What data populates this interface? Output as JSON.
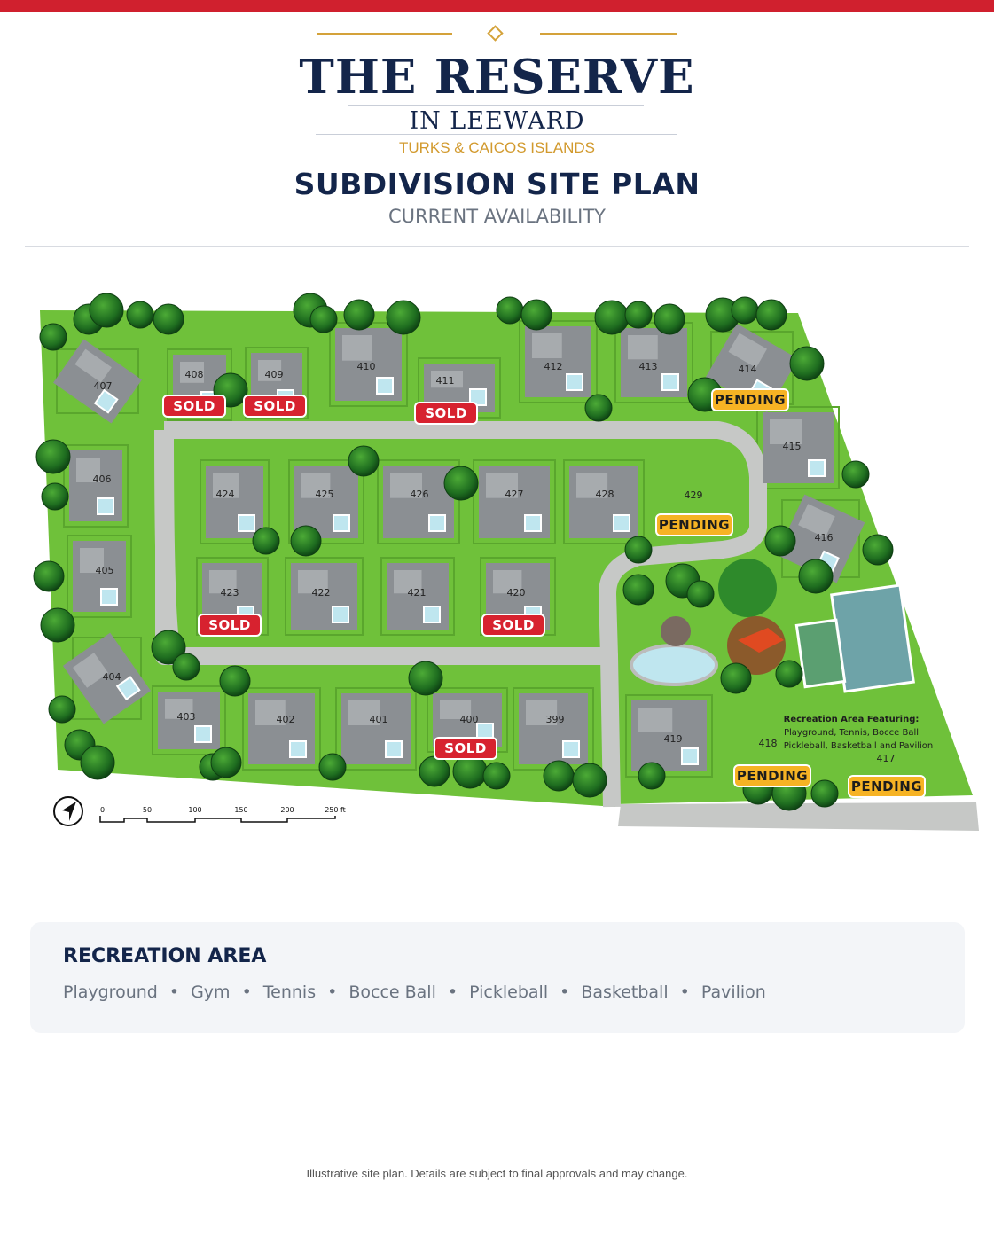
{
  "header": {
    "brand_title": "THE RESERVE",
    "brand_subtitle": "IN LEEWARD",
    "location": "TURKS & CAICOS ISLANDS",
    "plan_title": "SUBDIVISION SITE PLAN",
    "plan_subtitle": "CURRENT AVAILABILITY"
  },
  "colors": {
    "accent_red": "#d0202e",
    "gold": "#d4a23a",
    "navy": "#13254a",
    "sold_badge": "#d7222f",
    "pending_badge": "#f6b324",
    "lawn": "#6fc13a",
    "road": "#c6c8c6"
  },
  "map": {
    "lots": [
      {
        "number": "407",
        "status": ""
      },
      {
        "number": "408",
        "status": "SOLD"
      },
      {
        "number": "409",
        "status": "SOLD"
      },
      {
        "number": "410",
        "status": ""
      },
      {
        "number": "411",
        "status": "SOLD"
      },
      {
        "number": "412",
        "status": ""
      },
      {
        "number": "413",
        "status": ""
      },
      {
        "number": "414",
        "status": "PENDING"
      },
      {
        "number": "415",
        "status": ""
      },
      {
        "number": "416",
        "status": ""
      },
      {
        "number": "406",
        "status": ""
      },
      {
        "number": "424",
        "status": ""
      },
      {
        "number": "425",
        "status": ""
      },
      {
        "number": "426",
        "status": ""
      },
      {
        "number": "427",
        "status": ""
      },
      {
        "number": "428",
        "status": ""
      },
      {
        "number": "429",
        "status": "PENDING"
      },
      {
        "number": "405",
        "status": ""
      },
      {
        "number": "423",
        "status": "SOLD"
      },
      {
        "number": "422",
        "status": ""
      },
      {
        "number": "421",
        "status": ""
      },
      {
        "number": "420",
        "status": "SOLD"
      },
      {
        "number": "404",
        "status": ""
      },
      {
        "number": "403",
        "status": ""
      },
      {
        "number": "402",
        "status": ""
      },
      {
        "number": "401",
        "status": ""
      },
      {
        "number": "400",
        "status": "SOLD"
      },
      {
        "number": "399",
        "status": ""
      },
      {
        "number": "419",
        "status": ""
      },
      {
        "number": "418",
        "status": "PENDING"
      },
      {
        "number": "417",
        "status": "PENDING"
      }
    ],
    "badges": {
      "sold": "SOLD",
      "pending": "PENDING"
    },
    "recreation_note": {
      "line1": "Recreation Area Featuring:",
      "line2": "Playground, Tennis, Bocce Ball",
      "line3": "Pickleball, Basketball and Pavilion"
    },
    "scale_labels": [
      "0",
      "50",
      "100",
      "150",
      "200",
      "250 ft"
    ],
    "north_arrow": "north-arrow-icon"
  },
  "recreation": {
    "heading": "RECREATION AREA",
    "items": [
      "Playground",
      "Gym",
      "Tennis",
      "Bocce Ball",
      "Pickleball",
      "Basketball",
      "Pavilion"
    ]
  },
  "footer": {
    "note": "Illustrative site plan. Details are subject to final approvals and may change."
  }
}
